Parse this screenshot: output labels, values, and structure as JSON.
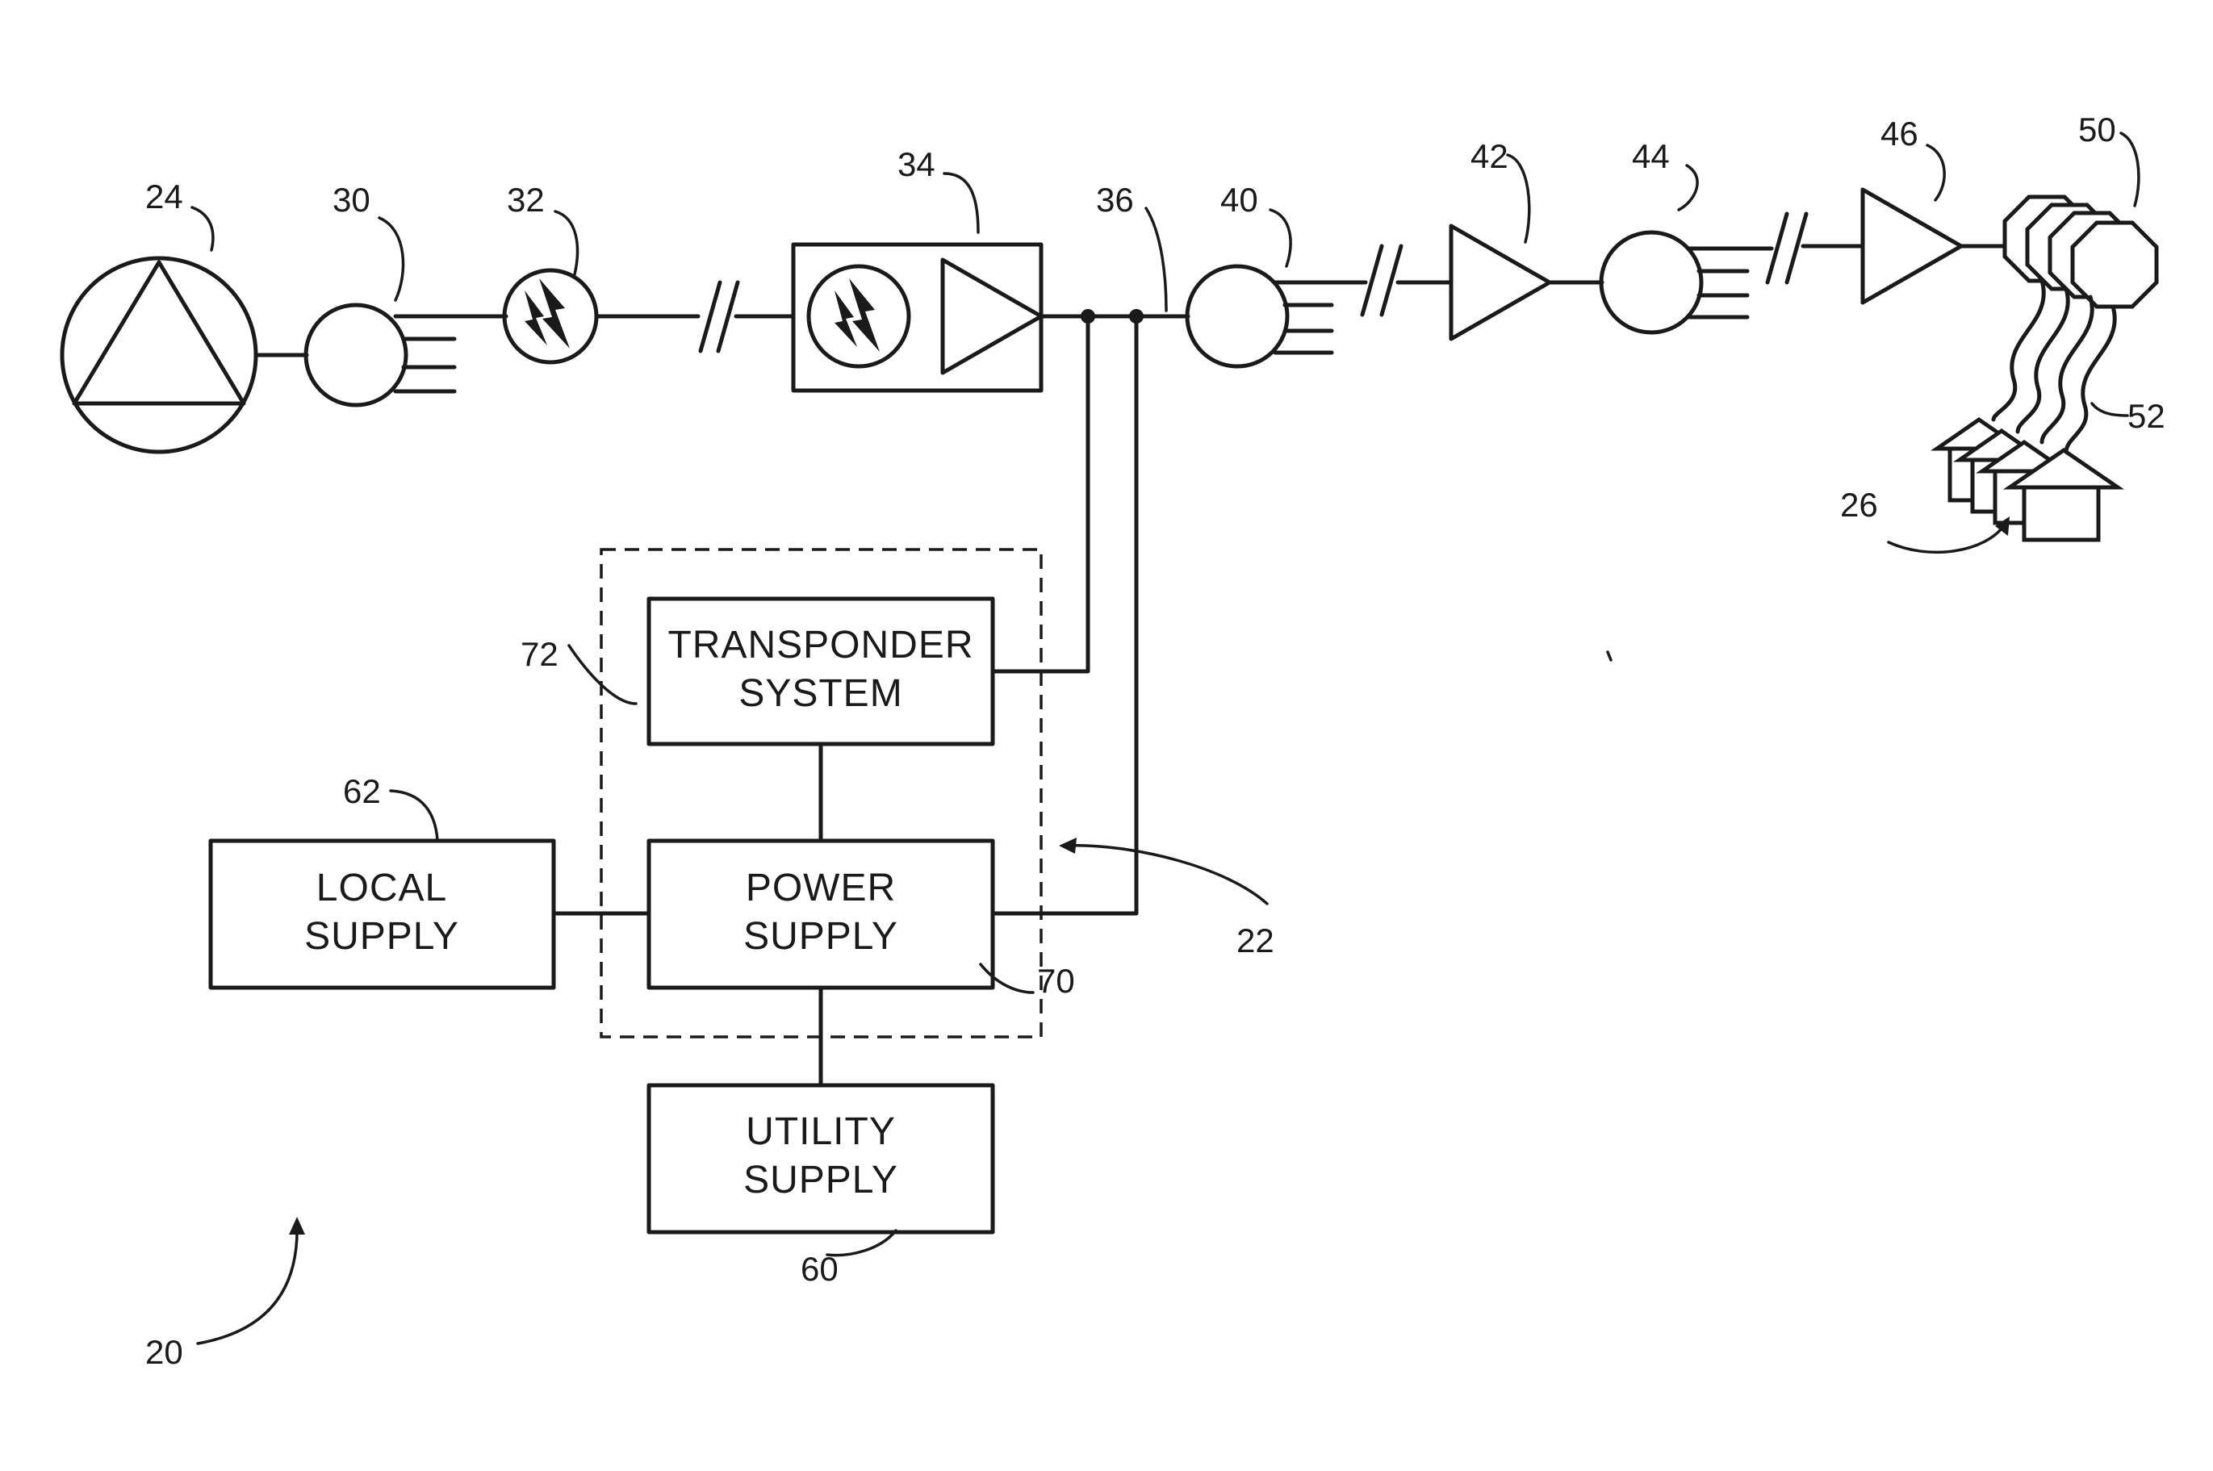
{
  "blocks": {
    "transponder": [
      "TRANSPONDER",
      "SYSTEM"
    ],
    "power": [
      "POWER",
      "SUPPLY"
    ],
    "local": [
      "LOCAL",
      "SUPPLY"
    ],
    "utility": [
      "UTILITY",
      "SUPPLY"
    ]
  },
  "refs": {
    "r20": "20",
    "r22": "22",
    "r24": "24",
    "r26": "26",
    "r30": "30",
    "r32": "32",
    "r34": "34",
    "r36": "36",
    "r40": "40",
    "r42": "42",
    "r44": "44",
    "r46": "46",
    "r50": "50",
    "r52": "52",
    "r60": "60",
    "r62": "62",
    "r70": "70",
    "r72": "72"
  }
}
